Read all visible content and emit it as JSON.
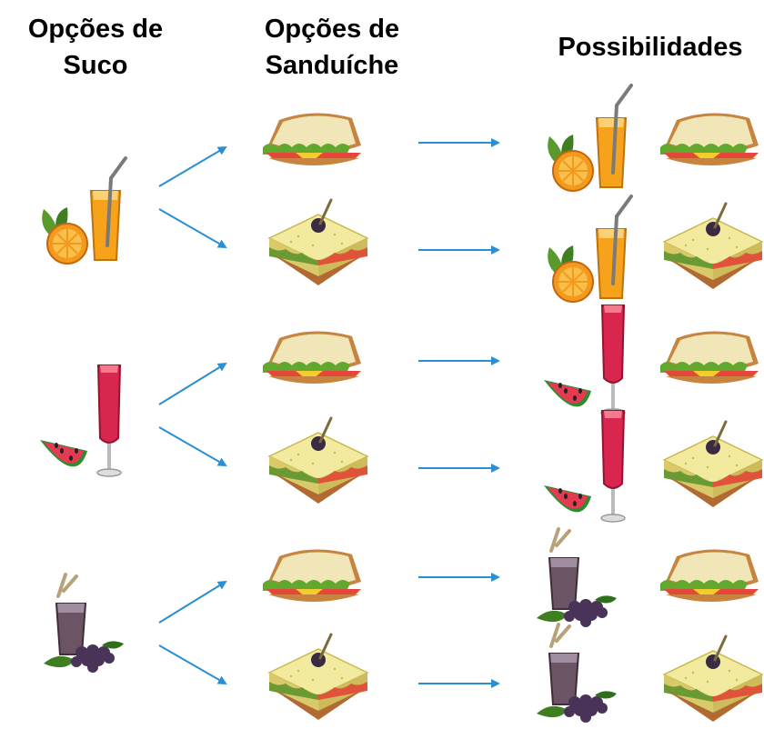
{
  "headers": {
    "juice_options": "Opções de Suco",
    "sandwich_options": "Opções de Sanduíche",
    "possibilities": "Possibilidades"
  },
  "juices": [
    {
      "icon": "orange-juice-icon"
    },
    {
      "icon": "watermelon-juice-icon"
    },
    {
      "icon": "grape-juice-icon"
    }
  ],
  "sandwiches": [
    {
      "icon": "ham-cheese-sandwich-icon"
    },
    {
      "icon": "olive-sandwich-icon"
    }
  ],
  "colors": {
    "arrow": "#2a8fd0",
    "orange_juice": "#f7a21b",
    "watermelon_juice": "#d8264e",
    "grape_juice": "#6b5464",
    "bread": "#f1ea9f",
    "crust": "#b06a32"
  }
}
